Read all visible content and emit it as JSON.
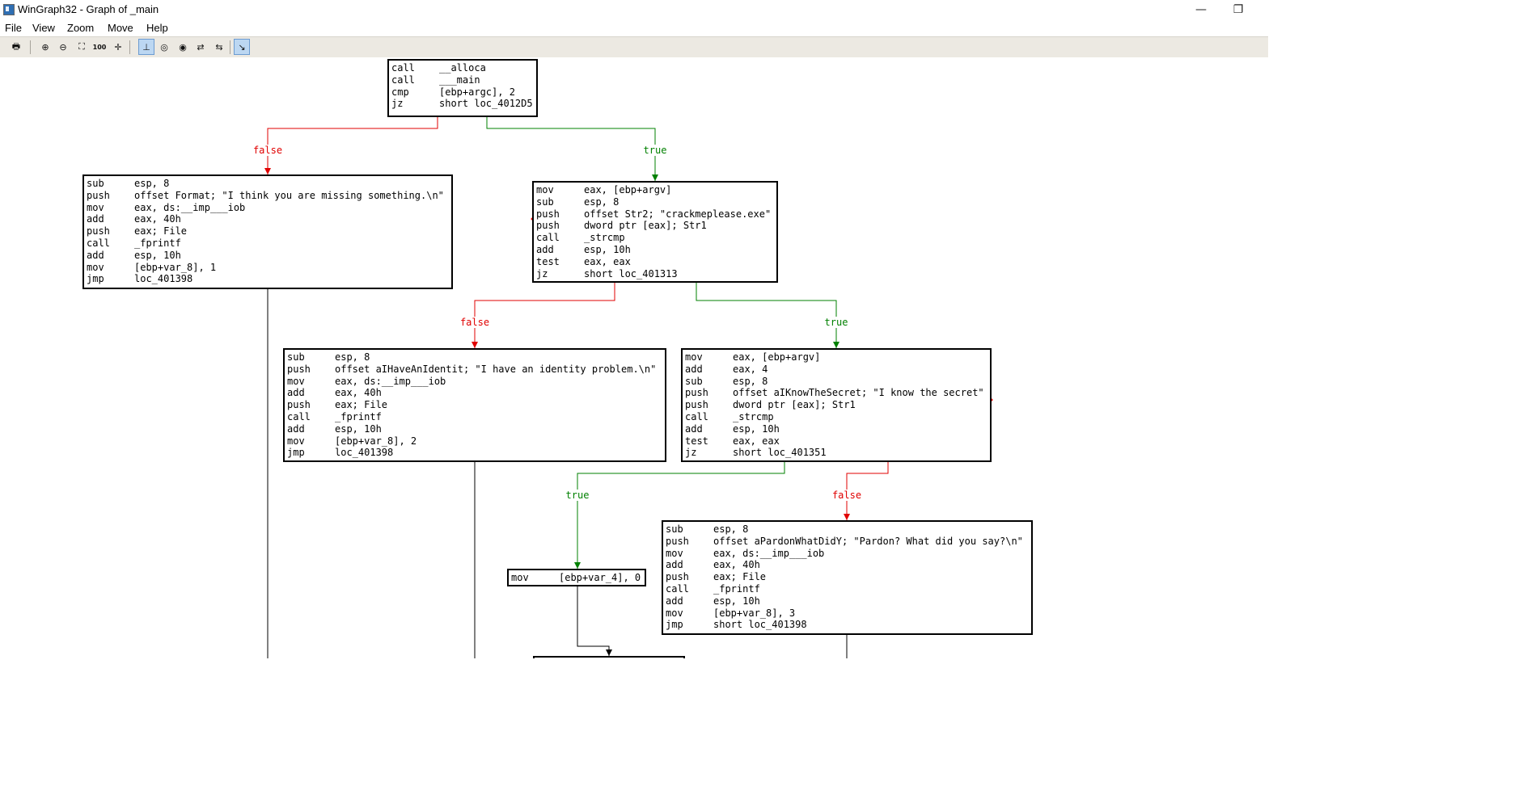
{
  "window": {
    "title": "WinGraph32 - Graph of _main",
    "minimize_glyph": "—",
    "restore_glyph": "❐"
  },
  "menu": [
    "File",
    "View",
    "Zoom",
    "Move",
    "Help"
  ],
  "toolbar": {
    "buttons": [
      {
        "name": "print-icon",
        "glyph": "🖶"
      },
      {
        "name": "zoom-in-icon",
        "glyph": "⊕"
      },
      {
        "name": "zoom-out-icon",
        "glyph": "⊖"
      },
      {
        "name": "fit-window-icon",
        "glyph": "⛶"
      },
      {
        "name": "zoom-100-icon",
        "glyph": "100"
      },
      {
        "name": "move-crosshair-icon",
        "glyph": "✛"
      },
      {
        "name": "scroll-mode-icon",
        "glyph": "⊥"
      },
      {
        "name": "magnifier-icon",
        "glyph": "◎"
      },
      {
        "name": "globe-icon",
        "glyph": "◉"
      },
      {
        "name": "layout-icon",
        "glyph": "⇄"
      },
      {
        "name": "arrange-icon",
        "glyph": "⇆"
      },
      {
        "name": "select-arrow-icon",
        "glyph": "↘"
      }
    ],
    "active_buttons": [
      6,
      11
    ]
  },
  "graph": {
    "nodes": [
      {
        "id": "n0",
        "lines": [
          [
            "call",
            "__alloca"
          ],
          [
            "call",
            "___main"
          ],
          [
            "cmp",
            "[ebp+argc], 2"
          ],
          [
            "jz",
            "short loc_4012D5"
          ]
        ]
      },
      {
        "id": "n1",
        "lines": [
          [
            "sub",
            "esp, 8"
          ],
          [
            "push",
            "offset Format; \"I think you are missing something.\\n\""
          ],
          [
            "mov",
            "eax, ds:__imp___iob"
          ],
          [
            "add",
            "eax, 40h"
          ],
          [
            "push",
            "eax; File"
          ],
          [
            "call",
            "_fprintf"
          ],
          [
            "add",
            "esp, 10h"
          ],
          [
            "mov",
            "[ebp+var_8], 1"
          ],
          [
            "jmp",
            "loc_401398"
          ]
        ]
      },
      {
        "id": "n2",
        "lines": [
          [
            "mov",
            "eax, [ebp+argv]"
          ],
          [
            "sub",
            "esp, 8"
          ],
          [
            "push",
            "offset Str2; \"crackmeplease.exe\""
          ],
          [
            "push",
            "dword ptr [eax]; Str1"
          ],
          [
            "call",
            "_strcmp"
          ],
          [
            "add",
            "esp, 10h"
          ],
          [
            "test",
            "eax, eax"
          ],
          [
            "jz",
            "short loc_401313"
          ]
        ]
      },
      {
        "id": "n3",
        "lines": [
          [
            "sub",
            "esp, 8"
          ],
          [
            "push",
            "offset aIHaveAnIdentit; \"I have an identity problem.\\n\""
          ],
          [
            "mov",
            "eax, ds:__imp___iob"
          ],
          [
            "add",
            "eax, 40h"
          ],
          [
            "push",
            "eax; File"
          ],
          [
            "call",
            "_fprintf"
          ],
          [
            "add",
            "esp, 10h"
          ],
          [
            "mov",
            "[ebp+var_8], 2"
          ],
          [
            "jmp",
            "loc_401398"
          ]
        ]
      },
      {
        "id": "n4",
        "lines": [
          [
            "mov",
            "eax, [ebp+argv]"
          ],
          [
            "add",
            "eax, 4"
          ],
          [
            "sub",
            "esp, 8"
          ],
          [
            "push",
            "offset aIKnowTheSecret; \"I know the secret\""
          ],
          [
            "push",
            "dword ptr [eax]; Str1"
          ],
          [
            "call",
            "_strcmp"
          ],
          [
            "add",
            "esp, 10h"
          ],
          [
            "test",
            "eax, eax"
          ],
          [
            "jz",
            "short loc_401351"
          ]
        ]
      },
      {
        "id": "n5",
        "lines": [
          [
            "sub",
            "esp, 8"
          ],
          [
            "push",
            "offset aPardonWhatDidY; \"Pardon? What did you say?\\n\""
          ],
          [
            "mov",
            "eax, ds:__imp___iob"
          ],
          [
            "add",
            "eax, 40h"
          ],
          [
            "push",
            "eax; File"
          ],
          [
            "call",
            "_fprintf"
          ],
          [
            "add",
            "esp, 10h"
          ],
          [
            "mov",
            "[ebp+var_8], 3"
          ],
          [
            "jmp",
            "short loc_401398"
          ]
        ]
      },
      {
        "id": "n6",
        "lines": [
          [
            "mov",
            "[ebp+var_4], 0"
          ]
        ]
      }
    ],
    "edge_labels": {
      "e1": "false",
      "e2": "true",
      "e3": "false",
      "e4": "true",
      "e5": "true",
      "e6": "false"
    },
    "colors": {
      "true_edge": "#008000",
      "false_edge": "#e00000",
      "plain_edge": "#000000",
      "annotation": "#ff0000"
    }
  }
}
